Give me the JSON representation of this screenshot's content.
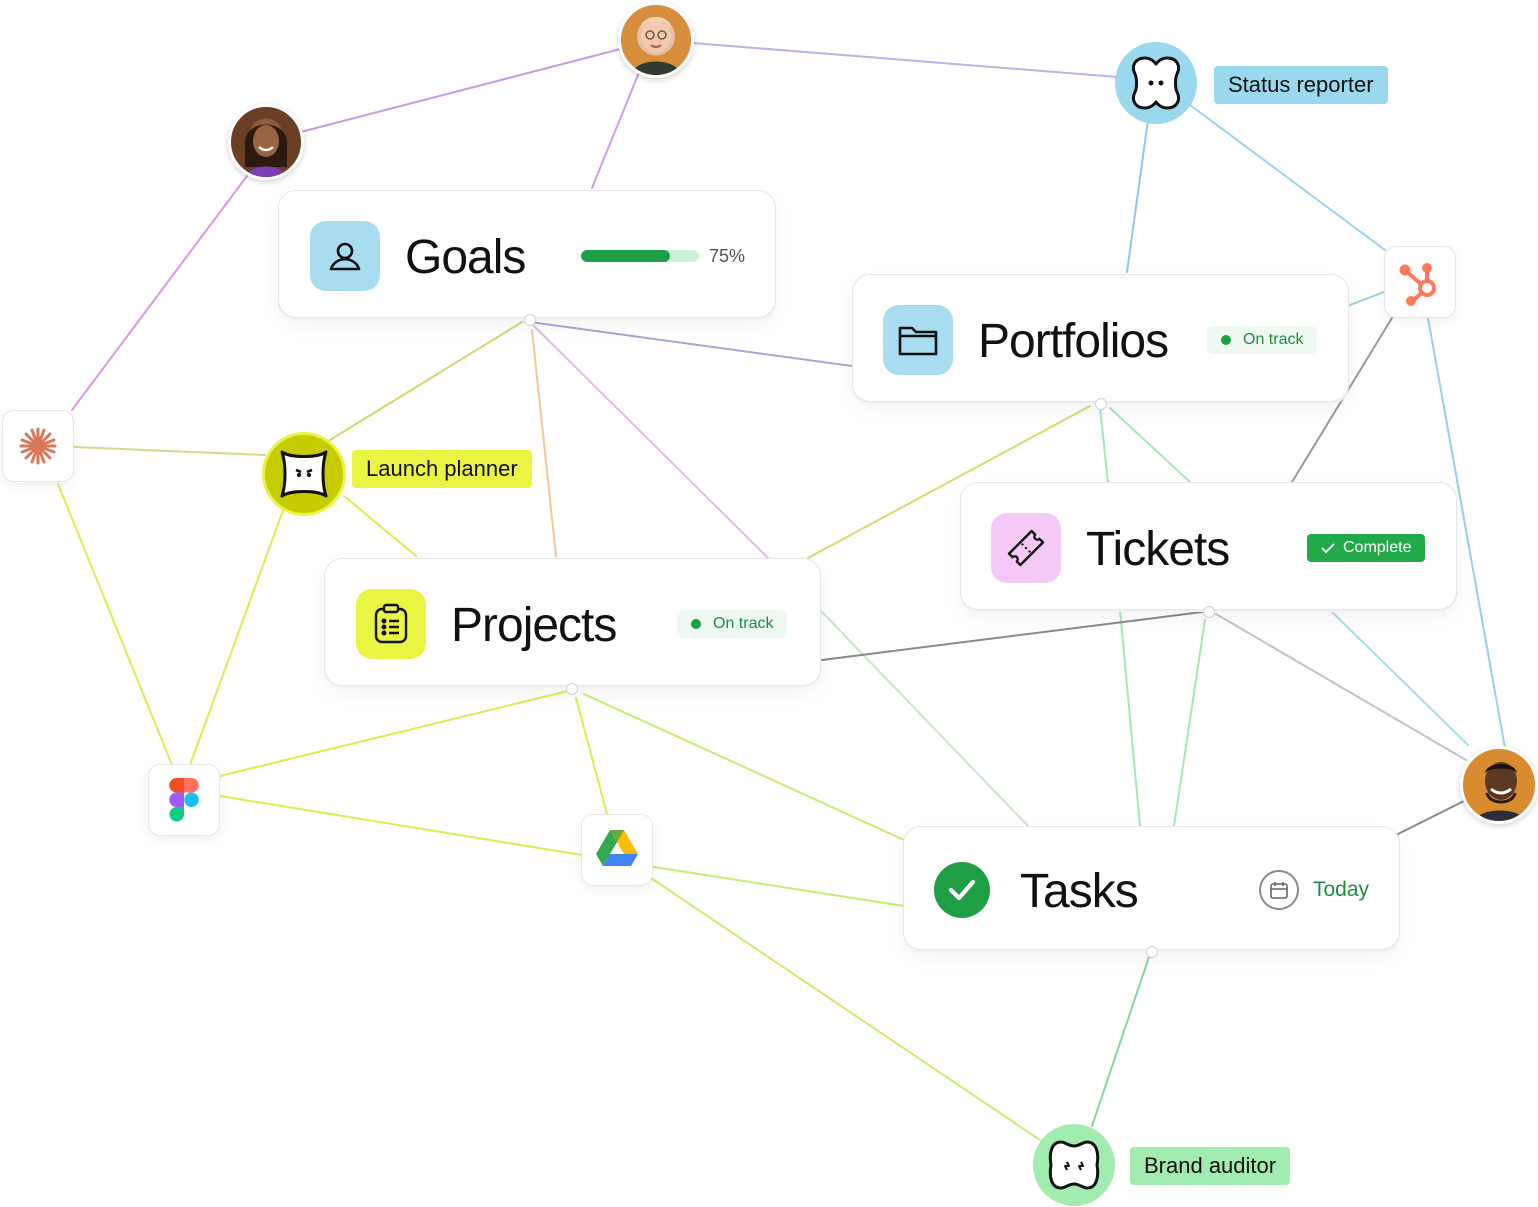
{
  "cards": {
    "goals": {
      "title": "Goals",
      "progress_pct": 75,
      "progress_label": "75%"
    },
    "portfolios": {
      "title": "Portfolios",
      "status": "On track"
    },
    "tickets": {
      "title": "Tickets",
      "status": "Complete"
    },
    "projects": {
      "title": "Projects",
      "status": "On track"
    },
    "tasks": {
      "title": "Tasks",
      "due": "Today"
    }
  },
  "agents": {
    "status_reporter": {
      "label": "Status reporter",
      "color": "#9ad8ee"
    },
    "launch_planner": {
      "label": "Launch planner",
      "color": "#e9f542"
    },
    "brand_auditor": {
      "label": "Brand auditor",
      "color": "#a3ecb0"
    }
  },
  "apps": [
    "claude-icon",
    "figma-icon",
    "google-drive-icon",
    "hubspot-icon"
  ],
  "colors": {
    "goals_icon_bg": "#a8dcf0",
    "portfolios_icon_bg": "#a8dcf0",
    "tickets_icon_bg": "#f6c8f5",
    "projects_icon_bg": "#e9f542",
    "tasks_check": "#1e9e45",
    "on_track_green": "#1e9e45",
    "complete_green": "#22a94a"
  }
}
